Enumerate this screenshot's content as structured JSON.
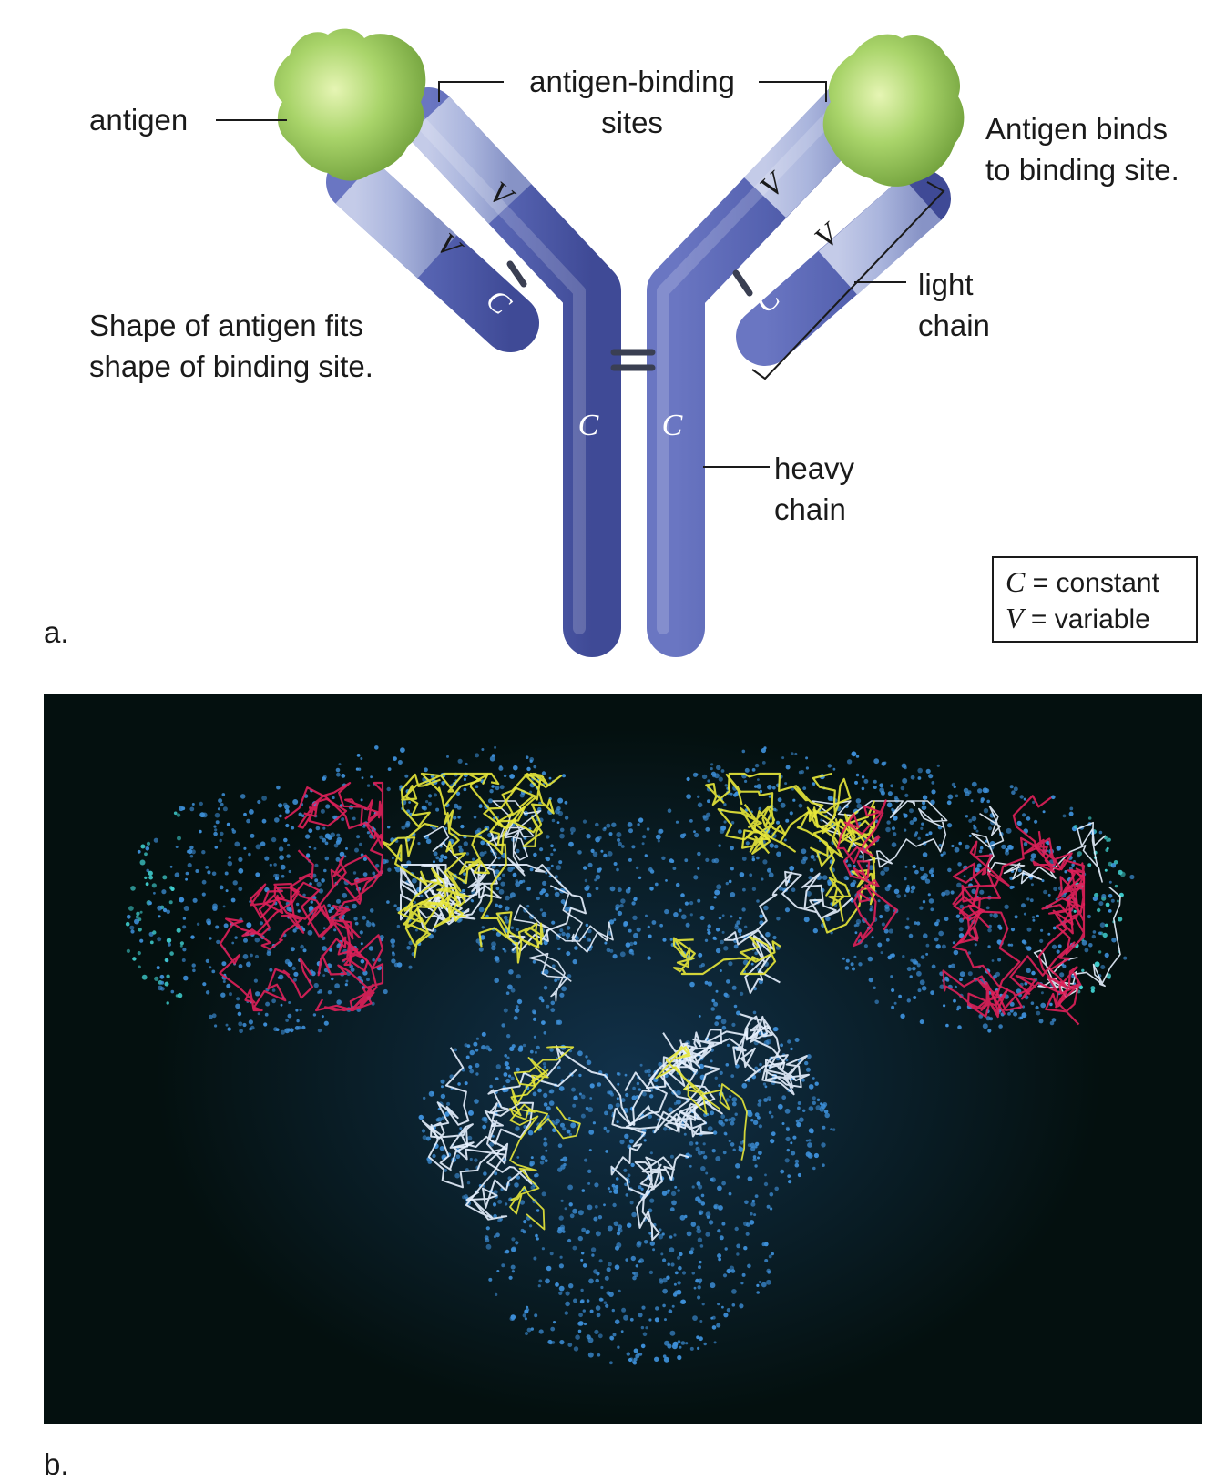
{
  "panel_a": {
    "panel_label": "a.",
    "labels": {
      "antigen": "antigen",
      "binding_sites_line1": "antigen-binding",
      "binding_sites_line2": "sites",
      "binds_line1": "Antigen binds",
      "binds_line2": "to binding site.",
      "fits_line1": "Shape of antigen fits",
      "fits_line2": "shape of binding site.",
      "light_line1": "light",
      "light_line2": "chain",
      "heavy_line1": "heavy",
      "heavy_line2": "chain"
    },
    "domain_letters": {
      "variable": "V",
      "constant": "C"
    },
    "legend": {
      "c_symbol": "C",
      "c_text": " = constant",
      "v_symbol": "V",
      "v_text": " = variable"
    },
    "colors": {
      "constant_region": "#5562b0",
      "variable_region": "#aab5dd",
      "antigen": "#9cc95a",
      "bond": "#3a3f52"
    }
  },
  "panel_b": {
    "panel_label": "b.",
    "colors": {
      "background": "#04100f",
      "surface_dots": "#3d8fd8",
      "backbone_white": "#e8f2ff",
      "backbone_yellow": "#e8e83a",
      "backbone_red": "#e0205a",
      "backbone_cyan": "#40d0d0"
    }
  }
}
